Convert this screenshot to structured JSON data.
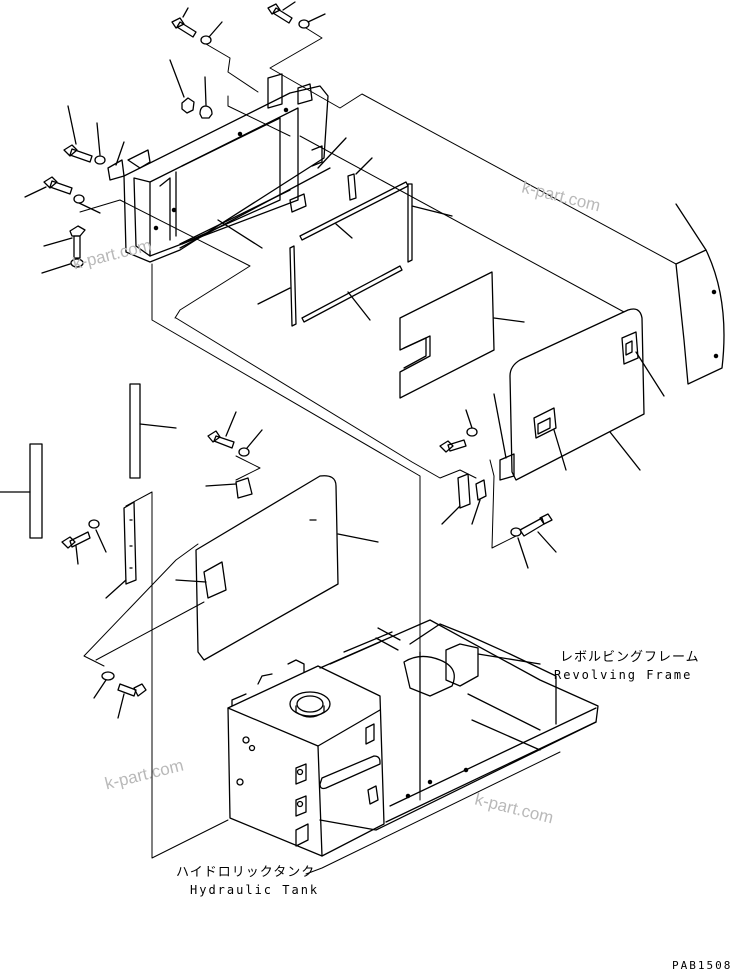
{
  "labels": {
    "frame_jp": "レボルビングフレーム",
    "frame_en": "Revolving Frame",
    "tank_jp": "ハイドロリックタンク",
    "tank_en": "Hydraulic Tank"
  },
  "watermark": "k-part.com",
  "drawing_code": "PAB1508"
}
